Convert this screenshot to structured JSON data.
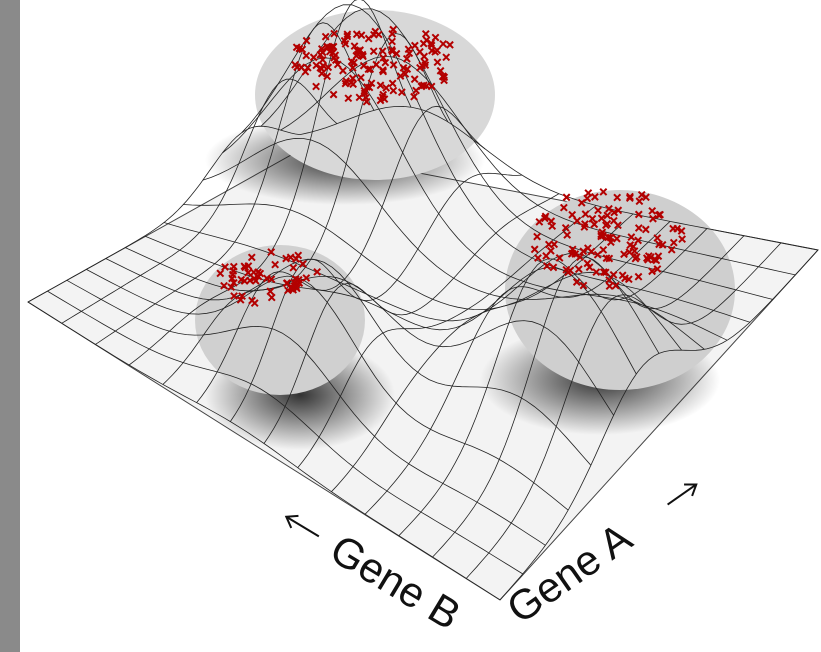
{
  "figure": {
    "axis_label_b": "Gene B",
    "axis_label_a": "Gene A",
    "arrow_glyph_left": "←",
    "arrow_glyph_right": "→"
  },
  "colors": {
    "frame_gray": "#8a8a8a",
    "surface_light": "#f4f4f4",
    "surface_dark": "#1c1c1c",
    "grid_line": "#222222",
    "marker": "#b30000"
  },
  "peaks": [
    {
      "label": "",
      "center_u": 0.18,
      "center_v": 0.15,
      "height": 1.0
    },
    {
      "label": "",
      "center_u": 0.5,
      "center_v": 0.62,
      "height": 0.65
    },
    {
      "label": "",
      "center_u": 0.82,
      "center_v": 0.25,
      "height": 0.72
    }
  ]
}
